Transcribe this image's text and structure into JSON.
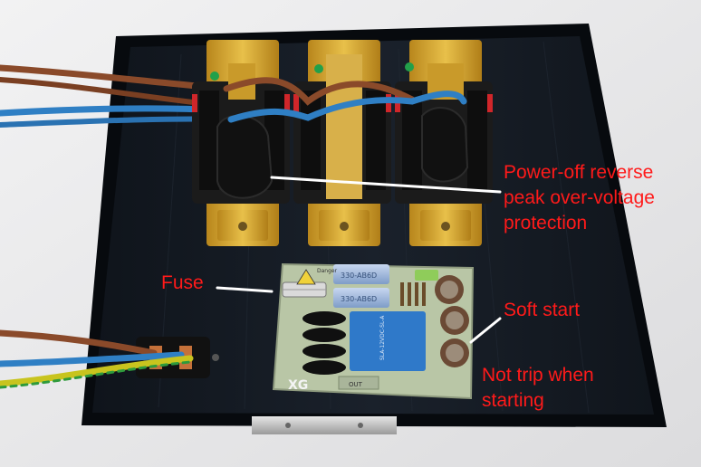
{
  "annotations": {
    "protection_line1": "Power-off reverse",
    "protection_line2": "peak over-voltage",
    "protection_line3": "protection",
    "fuse": "Fuse",
    "soft_start": "Soft start",
    "no_trip_line1": "Not trip when",
    "no_trip_line2": "starting"
  },
  "board": {
    "capacitor_label": "330-AB6D",
    "danger_label": "Danger",
    "relay_label": "SLA-12VDC-SL-A",
    "brand_mark": "XG",
    "out_label": "OUT"
  },
  "colors": {
    "annotation_red": "#ff1a1a",
    "panel_black": "#141a22",
    "brass": "#d4a42c",
    "wire_brown": "#8a4a2a",
    "wire_blue": "#2f7fc4",
    "pcb_green": "#b9c6a6"
  }
}
